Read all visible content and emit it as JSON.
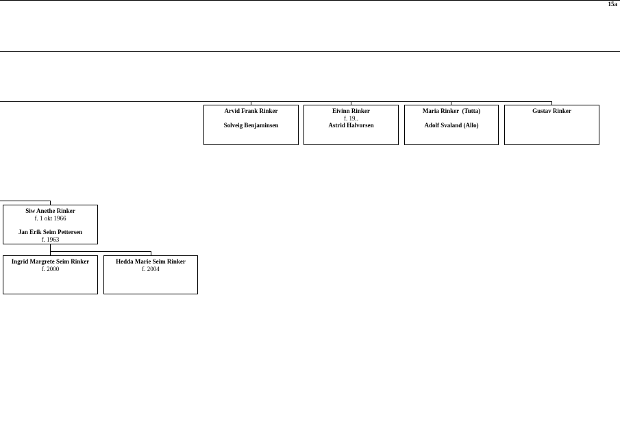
{
  "page": {
    "number": "15a"
  },
  "persons": {
    "arvid": {
      "name": "Arvid Frank Rinker",
      "spouse": "Solveig Benjaminsen"
    },
    "eivinn": {
      "name": "Eivinn Rinker",
      "born": "f. 19..",
      "spouse": "Astrid Halvorsen"
    },
    "maria": {
      "name": "Maria Rinker  (Tutta)",
      "spouse": "Adolf Svaland (Allo)"
    },
    "gustav": {
      "name": "Gustav Rinker"
    },
    "siw": {
      "name": "Siw Anethe Rinker",
      "born": "f. 1 okt 1966",
      "spouse": "Jan Erik Seim Pettersen",
      "spouse_born": "f. 1963"
    },
    "ingrid": {
      "name": "Ingrid Margrete Seim Rinker",
      "born": "f. 2000"
    },
    "hedda": {
      "name": "Hedda Marie Seim Rinker",
      "born": "f. 2004"
    }
  }
}
